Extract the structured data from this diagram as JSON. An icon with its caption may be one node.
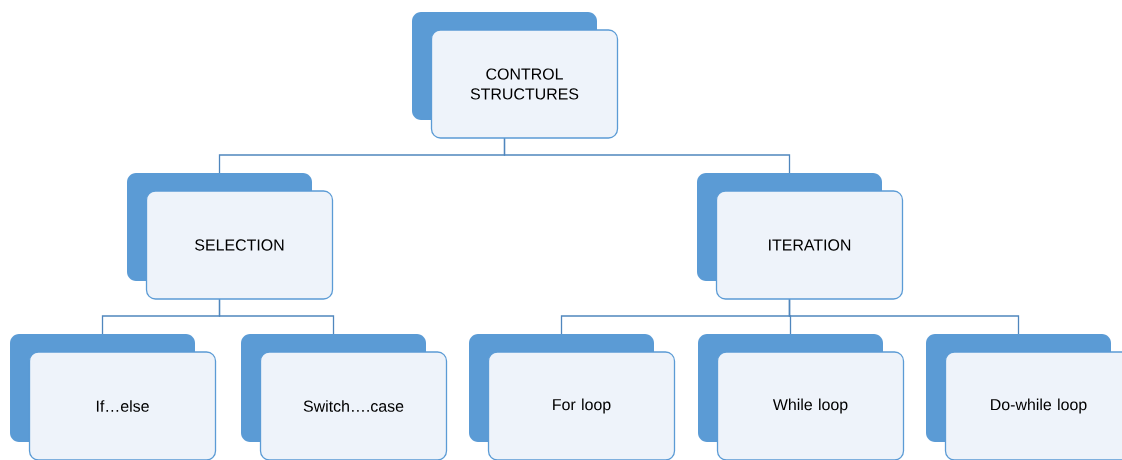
{
  "diagram": {
    "nodes": [
      {
        "text": [
          "CONTROL STRUCTURES"
        ]
      },
      {
        "text": [
          "SELECTION"
        ]
      },
      {
        "text": [
          "ITERATION"
        ]
      },
      {
        "text": [
          "If…else"
        ]
      },
      {
        "text": [
          "Switch….case"
        ]
      },
      {
        "text": [
          "For loop"
        ]
      },
      {
        "text": [
          "While loop"
        ]
      },
      {
        "text": [
          "Do-while loop"
        ]
      }
    ],
    "edges": [
      {
        "from": 0,
        "to": 1,
        "arrow": "none"
      },
      {
        "from": 0,
        "to": 2,
        "arrow": "none"
      },
      {
        "from": 1,
        "to": 3,
        "arrow": "none"
      },
      {
        "from": 1,
        "to": 4,
        "arrow": "none"
      },
      {
        "from": 2,
        "to": 5,
        "arrow": "none"
      },
      {
        "from": 2,
        "to": 6,
        "arrow": "none"
      },
      {
        "from": 2,
        "to": 7,
        "arrow": "none"
      }
    ]
  }
}
